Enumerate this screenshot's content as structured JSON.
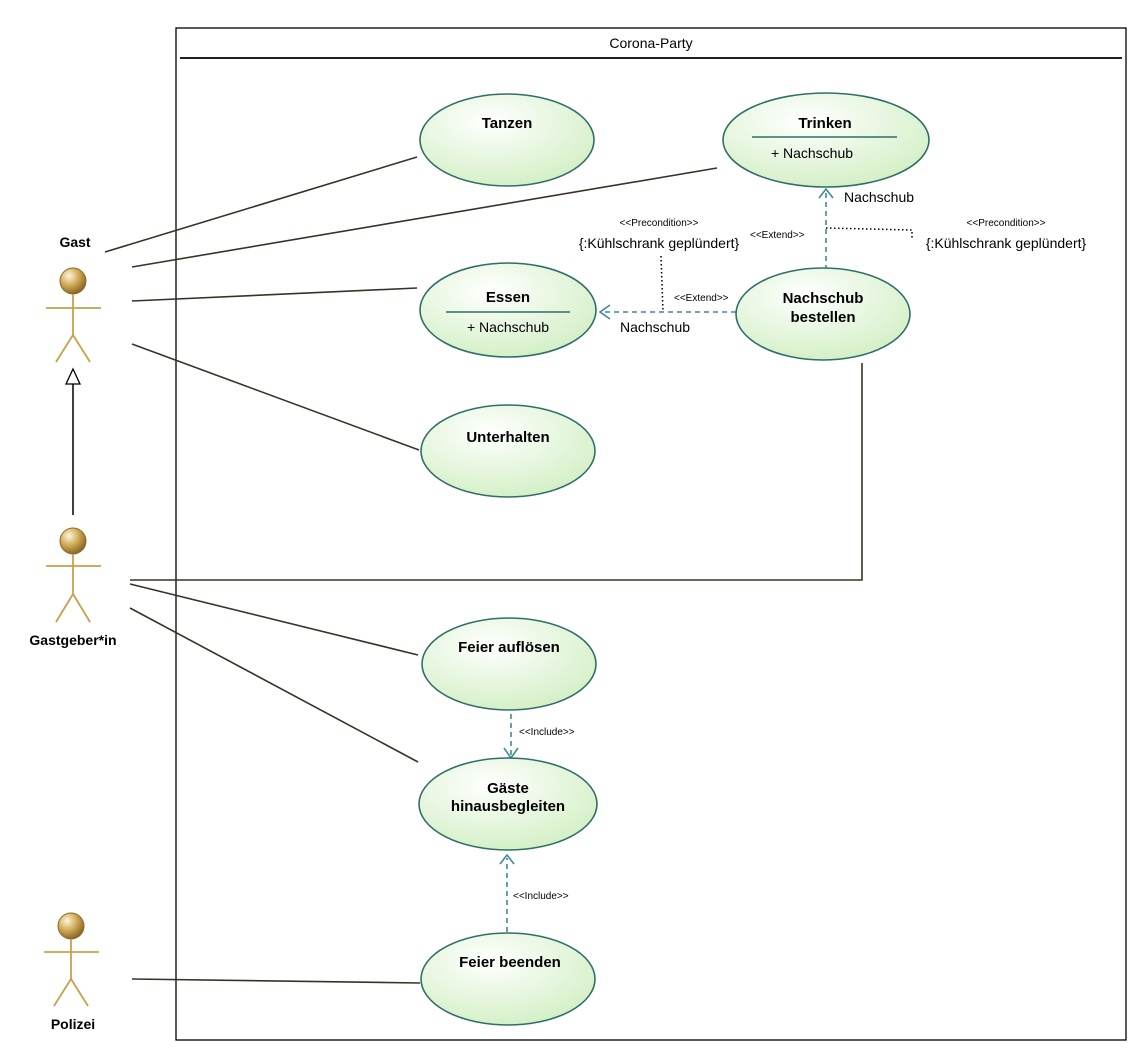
{
  "system": {
    "title": "Corona-Party"
  },
  "actors": {
    "gast": "Gast",
    "gastgeber": "Gastgeber*in",
    "polizei": "Polizei"
  },
  "use_cases": {
    "tanzen": "Tanzen",
    "trinken": "Trinken",
    "trinken_ext": "+ Nachschub",
    "essen": "Essen",
    "essen_ext": "+ Nachschub",
    "nachschub_l1": "Nachschub",
    "nachschub_l2": "bestellen",
    "unterhalten": "Unterhalten",
    "feier_aufloesen": "Feier auflösen",
    "gaeste_l1": "Gäste",
    "gaeste_l2": "hinausbegleiten",
    "feier_beenden": "Feier beenden"
  },
  "relations": {
    "extend": "<<Extend>>",
    "include": "<<Include>>",
    "ext_point": "Nachschub",
    "precondition": "<<Precondition>>",
    "condition": "{:Kühlschrank geplündert}"
  },
  "colors": {
    "actor": "#c9a04b",
    "usecase_stroke": "#2f6f66",
    "usecase_fill": "#e4f5da",
    "dependency": "#3f8a96"
  }
}
